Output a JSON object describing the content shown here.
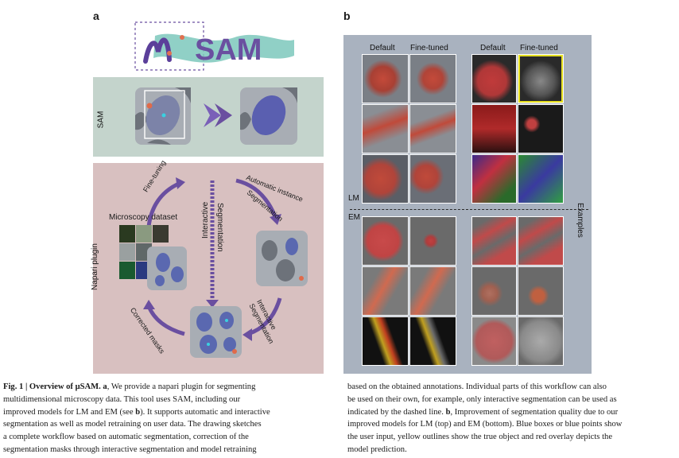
{
  "panel_a": {
    "letter": "a",
    "logo_mu": "M",
    "logo_text": "SAM",
    "sam_label": "SAM",
    "napari_label": "Napari plugin",
    "fine_tuning": "Fine-tuning",
    "microscopy_dataset": "Microscopy dataset",
    "interactive": "Interactive",
    "segmentation_vertical": "Segmentation",
    "auto_instance": "Automatic instance",
    "segmentation_auto": "Segmentation",
    "interactive_seg_1": "Interactive",
    "interactive_seg_2": "Segmentation",
    "corrected_masks": "Corrected masks"
  },
  "panel_b": {
    "letter": "b",
    "col_default_left": "Default",
    "col_finetuned_left": "Fine-tuned",
    "col_default_right": "Default",
    "col_finetuned_right": "Fine-tuned",
    "lm_label": "LM",
    "em_label": "EM",
    "examples_label": "Examples"
  },
  "caption_left": {
    "fig_label": "Fig. 1 | Overview of μSAM. a",
    "lines": [
      ", We provide a napari plugin for segmenting",
      "multidimensional microscopy data. This tool uses SAM, including our",
      "improved models for LM and EM (see ",
      "segmentation as well as model retraining on user data. The drawing sketches",
      "a complete workflow based on automatic segmentation, correction of the",
      "segmentation masks through interactive segmentation and model retraining"
    ],
    "bold_b": "b",
    "line3_tail": "). It supports automatic and interactive"
  },
  "caption_right": {
    "lines": [
      "based on the obtained annotations. Individual parts of this workflow can also",
      "be used on their own, for example, only interactive segmentation can be used as",
      "indicated by the dashed line. ",
      "improved models for LM (top) and EM (bottom). Blue boxes or blue points show",
      "the user input, yellow outlines show the true object and red overlay depicts the",
      "model prediction."
    ],
    "bold_b": "b",
    "line3_tail": ", Improvement of segmentation quality due to our"
  },
  "colors": {
    "sam_bg": "#c4d4cc",
    "napari_bg": "#d8c0c0",
    "panel_b_bg": "#a9b2bf",
    "purple": "#6a4fa0",
    "teal": "#6cc0b4",
    "cell_blue": "#5a68b0"
  }
}
